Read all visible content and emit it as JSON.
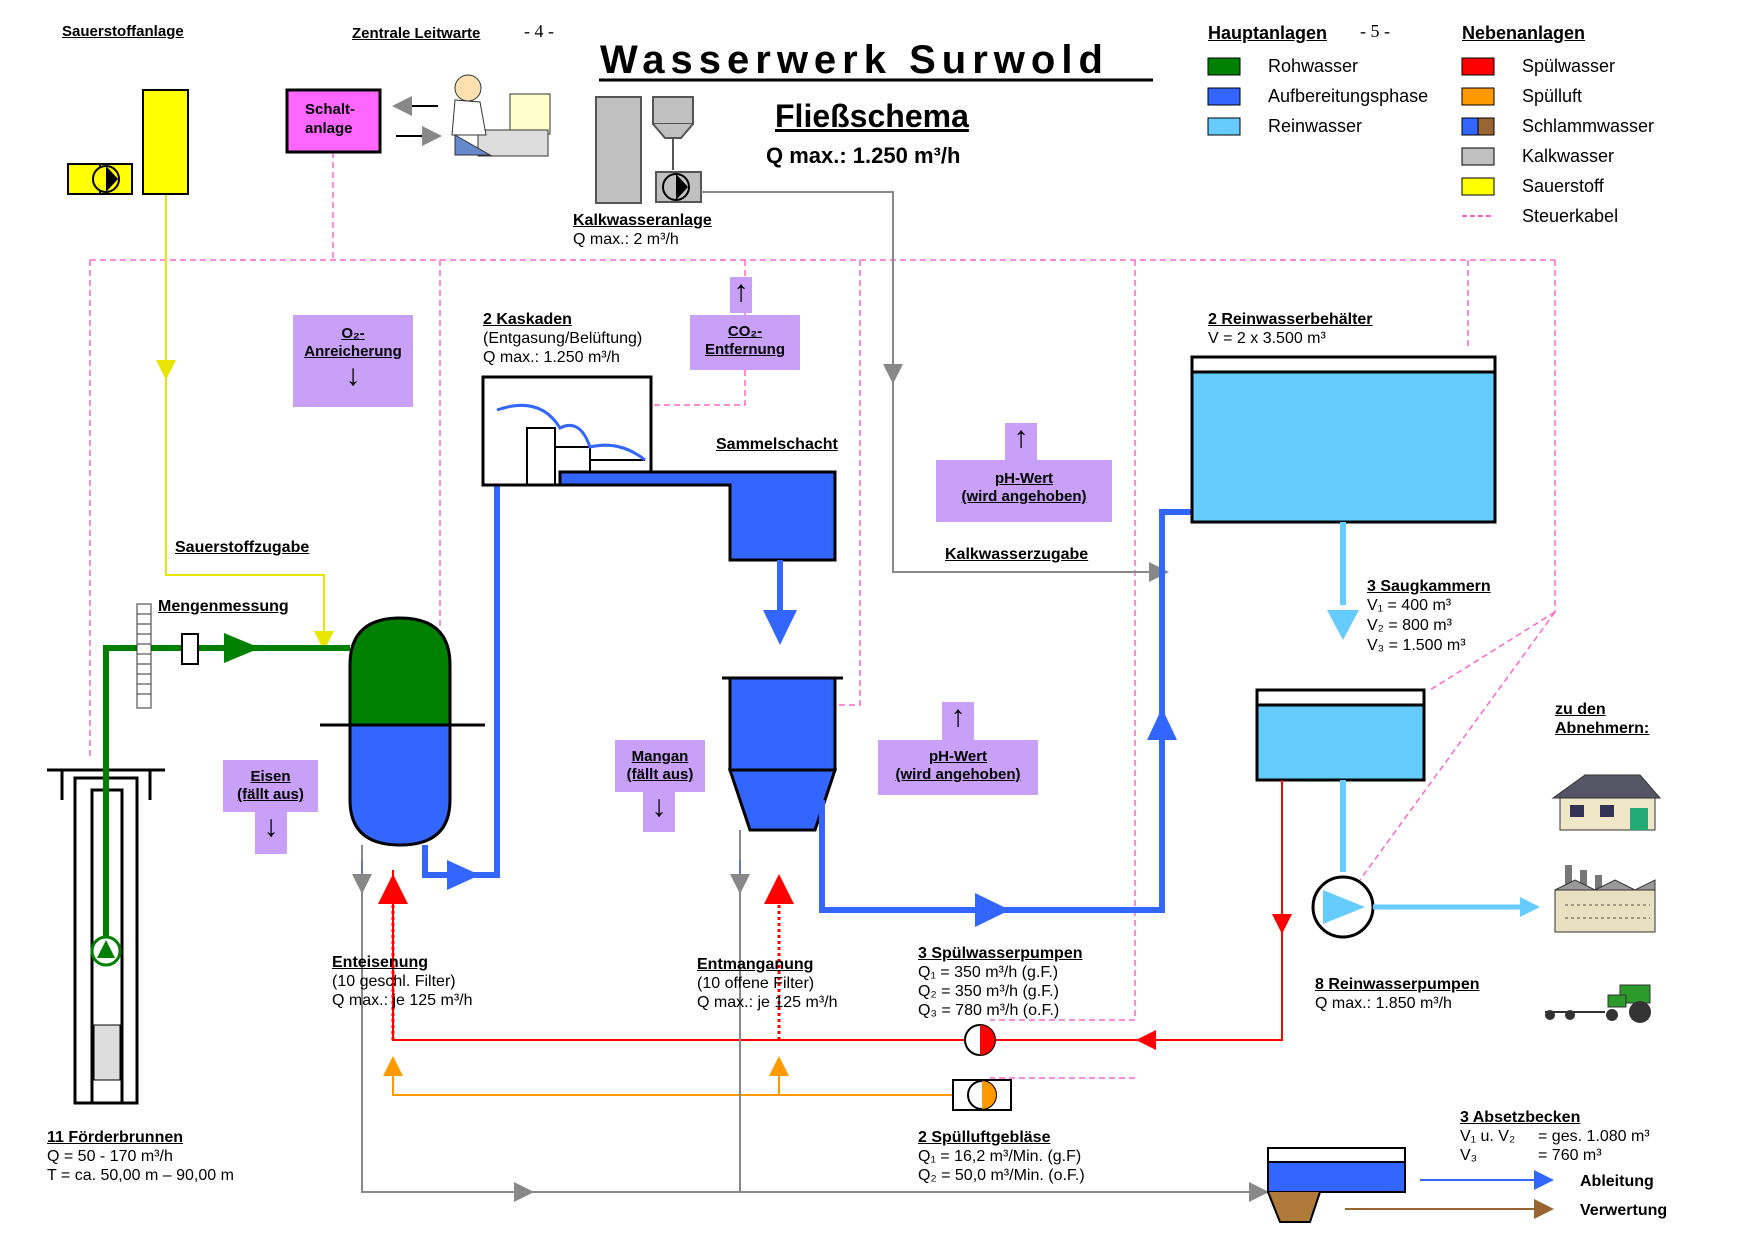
{
  "title": "Wasserwerk Surwold",
  "subtitle": "Fließschema",
  "qmax": "Q max.: 1.250 m³/h",
  "page_left": "- 4 -",
  "page_right": "- 5 -",
  "top_labels": {
    "sauerstoffanlage": "Sauerstoffanlage",
    "zentrale_leitwarte": "Zentrale Leitwarte",
    "schaltanlage_1": "Schalt-",
    "schaltanlage_2": "anlage"
  },
  "legend": {
    "haupt_title": "Hauptanlagen",
    "neben_title": "Nebenanlagen",
    "haupt": [
      {
        "label": "Rohwasser",
        "color": "#008000"
      },
      {
        "label": "Aufbereitungsphase",
        "color": "#3366ff"
      },
      {
        "label": "Reinwasser",
        "color": "#66ccff"
      }
    ],
    "neben": [
      {
        "label": "Spülwasser",
        "color": "#ff0000"
      },
      {
        "label": "Spülluft",
        "color": "#ff9900"
      },
      {
        "label": "Schlammwasser",
        "color": "#3366ff;#996633"
      },
      {
        "label": "Kalkwasser",
        "color": "#c0c0c0"
      },
      {
        "label": "Sauerstoff",
        "color": "#ffff00"
      },
      {
        "label": "Steuerkabel",
        "color": "#ff66cc"
      }
    ]
  },
  "kalkwasseranlage": {
    "title": "Kalkwasseranlage",
    "q": "Q max.: 2 m³/h"
  },
  "kaskaden": {
    "title": "2 Kaskaden",
    "line1": "(Entgasung/Belüftung)",
    "line2": "Q max.: 1.250 m³/h"
  },
  "sammelschacht": "Sammelschacht",
  "reinwasserbehaelter": {
    "title": "2 Reinwasserbehälter",
    "v": "V =  2 x 3.500 m³"
  },
  "saugkammern": {
    "title": "3 Saugkammern",
    "v1": "V₁ =     400 m³",
    "v2": "V₂ =     800 m³",
    "v3": "V₃ =  1.500 m³"
  },
  "boxes": {
    "o2_1": "O₂-",
    "o2_2": "Anreicherung",
    "co2_1": "CO₂-",
    "co2_2": "Entfernung",
    "ph1_1": "pH-Wert",
    "ph1_2": "(wird angehoben)",
    "ph2_1": "pH-Wert",
    "ph2_2": "(wird angehoben)",
    "eisen_1": "Eisen",
    "eisen_2": "(fällt aus)",
    "mangan_1": "Mangan",
    "mangan_2": "(fällt aus)"
  },
  "sauerstoffzugabe": "Sauerstoffzugabe",
  "mengenmessung": "Mengenmessung",
  "kalkwasserzugabe": "Kalkwasserzugabe",
  "enteisenung": {
    "title": "Enteisenung",
    "line1": "(10 geschl. Filter)",
    "line2": "Q max.: je 125 m³/h"
  },
  "entmanganung": {
    "title": "Entmanganung",
    "line1": "(10 offene Filter)",
    "line2": "Q max.: je 125 m³/h"
  },
  "spuelwasserpumpen": {
    "title": "3 Spülwasserpumpen",
    "q1": "Q₁ = 350 m³/h (g.F.)",
    "q2": "Q₂ = 350 m³/h (g.F.)",
    "q3": "Q₃ = 780 m³/h (o.F.)"
  },
  "spuelluftgeblaese": {
    "title": "2 Spülluftgebläse",
    "q1": "Q₁ = 16,2 m³/Min. (g.F)",
    "q2": "Q₂ = 50,0 m³/Min. (o.F.)"
  },
  "reinwasserpumpen": {
    "title": "8 Reinwasserpumpen",
    "q": "Q max.: 1.850 m³/h"
  },
  "abnehmer": {
    "line1": "zu den",
    "line2": "Abnehmern:"
  },
  "foerderbrunnen": {
    "title": "11  Förderbrunnen",
    "q": "Q = 50 - 170 m³/h",
    "t": "T = ca. 50,00 m – 90,00 m"
  },
  "absetzbecken": {
    "title": "3 Absetzbecken",
    "v12a": "V₁ u. V₂",
    "v12b": "= ges.  1.080 m³",
    "v3a": "V₃",
    "v3b": "=           760 m³"
  },
  "ableitung": "Ableitung",
  "verwertung": "Verwertung"
}
